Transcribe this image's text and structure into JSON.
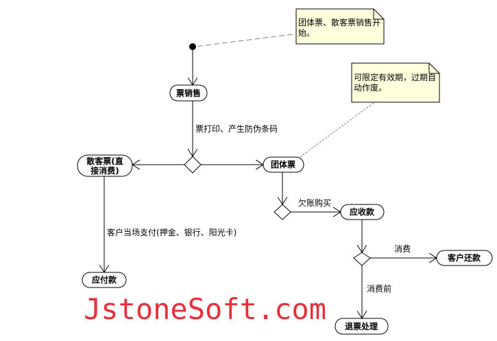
{
  "notes": {
    "start_note": [
      "团体票、散客票销售开",
      "始。"
    ],
    "validity_note": [
      "可限定有效期，过期自",
      "动作废。"
    ]
  },
  "activities": {
    "ticket_sale": "票销售",
    "individual_ticket": [
      "散客票(直",
      "接消费)"
    ],
    "group_ticket": "团体票",
    "accounts_payable": "应付款",
    "accounts_receivable": "应收款",
    "customer_repayment": "客户还款",
    "refund_processing": "退票处理"
  },
  "transitions": {
    "print_ticket": "票打印、产生防伪条码",
    "onsite_payment": "客户当场支付(押金、银行、阳光卡)",
    "credit_purchase": "欠账购买",
    "consumed": "消费",
    "before_consumption": "消费前"
  },
  "watermark": "JstoneSoft.com",
  "colors": {
    "note_fill": "#ffffdd",
    "watermark": "#e8303c",
    "line": "#000000",
    "note_link": "#808080"
  }
}
